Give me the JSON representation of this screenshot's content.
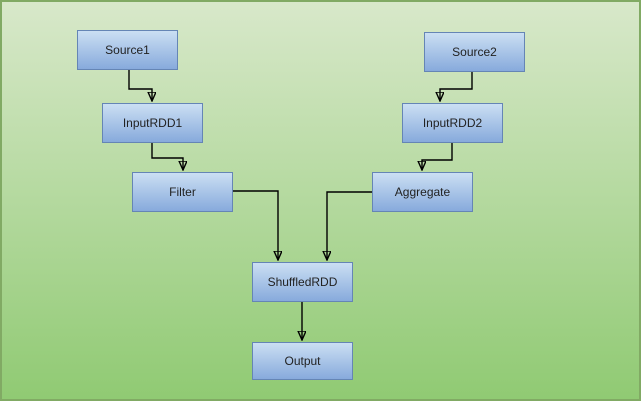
{
  "nodes": {
    "source1": {
      "label": "Source1"
    },
    "inputrdd1": {
      "label": "InputRDD1"
    },
    "filter": {
      "label": "Filter"
    },
    "source2": {
      "label": "Source2"
    },
    "inputrdd2": {
      "label": "InputRDD2"
    },
    "aggregate": {
      "label": "Aggregate"
    },
    "shuffledrdd": {
      "label": "ShuffledRDD"
    },
    "output": {
      "label": "Output"
    }
  },
  "edges": [
    {
      "from": "source1",
      "to": "inputrdd1"
    },
    {
      "from": "inputrdd1",
      "to": "filter"
    },
    {
      "from": "filter",
      "to": "shuffledrdd"
    },
    {
      "from": "source2",
      "to": "inputrdd2"
    },
    {
      "from": "inputrdd2",
      "to": "aggregate"
    },
    {
      "from": "aggregate",
      "to": "shuffledrdd"
    },
    {
      "from": "shuffledrdd",
      "to": "output"
    }
  ],
  "colors": {
    "canvas_top": "#d8e8ca",
    "canvas_bottom": "#90ca73",
    "canvas_border": "#81aa64",
    "node_fill_top": "#cbdff3",
    "node_fill_bottom": "#87aadc",
    "node_border": "#6585b5",
    "connector": "#000000",
    "label_text": "#222222"
  }
}
